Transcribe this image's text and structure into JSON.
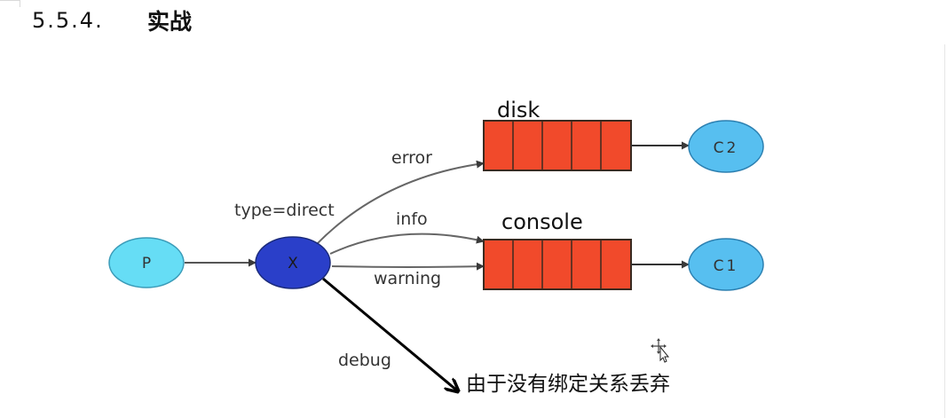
{
  "heading": {
    "number": "5.5.4.",
    "title": "实战"
  },
  "diagram": {
    "exchange_type_label": "type=direct",
    "producer": {
      "label": "P",
      "color": "#66ddf5"
    },
    "exchange": {
      "label": "X",
      "color": "#2a3fc9"
    },
    "queues": [
      {
        "name": "disk",
        "color": "#f14a2b",
        "slots": 5
      },
      {
        "name": "console",
        "color": "#f14a2b",
        "slots": 5
      }
    ],
    "consumers": [
      {
        "label": "C2",
        "color": "#57bff0"
      },
      {
        "label": "C1",
        "color": "#57bff0"
      }
    ],
    "routing_keys": {
      "error": "error",
      "info": "info",
      "warning": "warning",
      "debug": "debug"
    },
    "discard_note": "由于没有绑定关系丢弃"
  }
}
